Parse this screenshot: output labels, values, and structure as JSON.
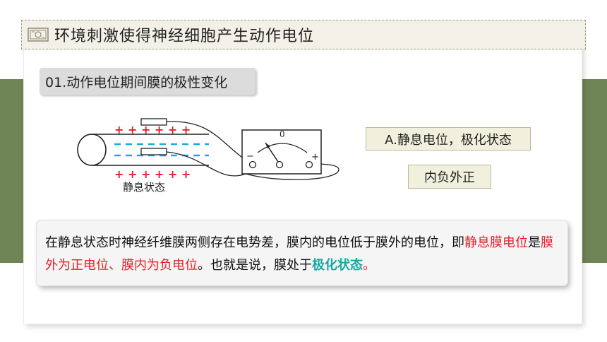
{
  "title": {
    "text": "环境刺激使得神经细胞产生动作电位",
    "icon": "book-icon"
  },
  "section": {
    "label": "01.动作电位期间膜的极性变化"
  },
  "diagram": {
    "plus_signs": "+ + + + + +",
    "meter_zero": "0",
    "meter_minus": "−",
    "meter_plus": "+",
    "caption": "静息状态"
  },
  "labels": {
    "state": "A.静息电位，极化状态",
    "polarity": "内负外正"
  },
  "explanation": {
    "part1": "在静息状态时神经纤维膜两侧存在电势差，膜内的电位低于膜外的电位，即",
    "part2": "静息膜电位",
    "part3": "是",
    "part4": "膜外为正电位、膜内为负电位",
    "part5": "。也就是说，膜处于",
    "part6": "极化状态",
    "part7": "。"
  },
  "colors": {
    "band": "#6f8556",
    "highlight_red": "#e8202a",
    "highlight_teal": "#1aa6a0"
  }
}
